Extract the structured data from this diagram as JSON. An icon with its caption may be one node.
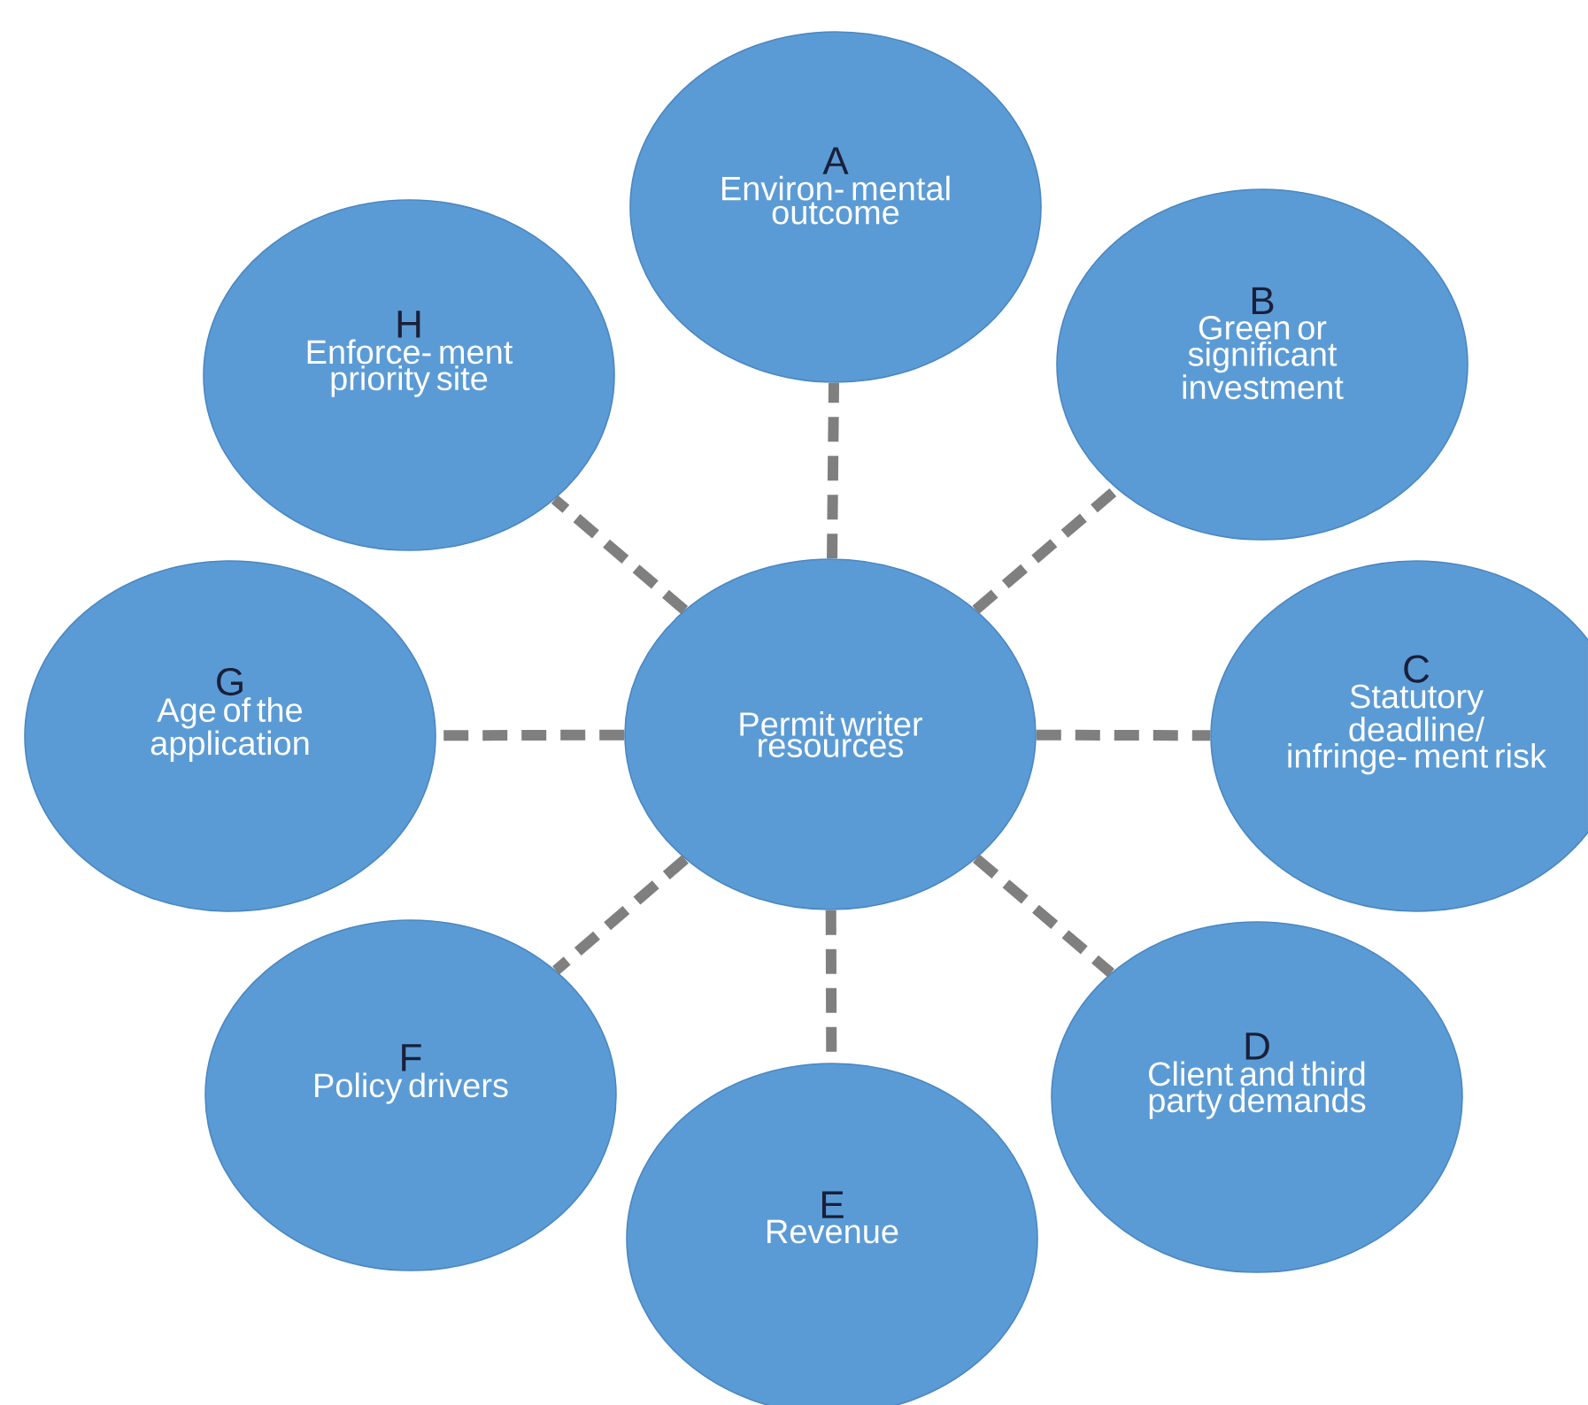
{
  "diagram": {
    "nodes": [
      {
        "text": [
          "Permit writer resources"
        ]
      },
      {
        "text": [
          "A",
          "Environ- mental outcome"
        ]
      },
      {
        "text": [
          "B",
          "Green or significant investment"
        ]
      },
      {
        "text": [
          "C",
          "Statutory deadline/ infringe- ment risk"
        ]
      },
      {
        "text": [
          "D",
          "Client and third party demands"
        ]
      },
      {
        "text": [
          "E",
          "Revenue"
        ]
      },
      {
        "text": [
          "F",
          "Policy drivers"
        ]
      },
      {
        "text": [
          "G",
          "Age of the application"
        ]
      },
      {
        "text": [
          "H",
          "Enforce- ment priority site"
        ]
      }
    ],
    "edges": [
      {
        "from": 0,
        "to": 1,
        "arrow": "none",
        "style": "dashed"
      },
      {
        "from": 0,
        "to": 2,
        "arrow": "none",
        "style": "dashed"
      },
      {
        "from": 0,
        "to": 3,
        "arrow": "none",
        "style": "dashed"
      },
      {
        "from": 0,
        "to": 4,
        "arrow": "none",
        "style": "dashed"
      },
      {
        "from": 0,
        "to": 5,
        "arrow": "none",
        "style": "dashed"
      },
      {
        "from": 0,
        "to": 6,
        "arrow": "none",
        "style": "dashed"
      },
      {
        "from": 0,
        "to": 7,
        "arrow": "none",
        "style": "dashed"
      },
      {
        "from": 0,
        "to": 8,
        "arrow": "none",
        "style": "dashed"
      }
    ]
  }
}
